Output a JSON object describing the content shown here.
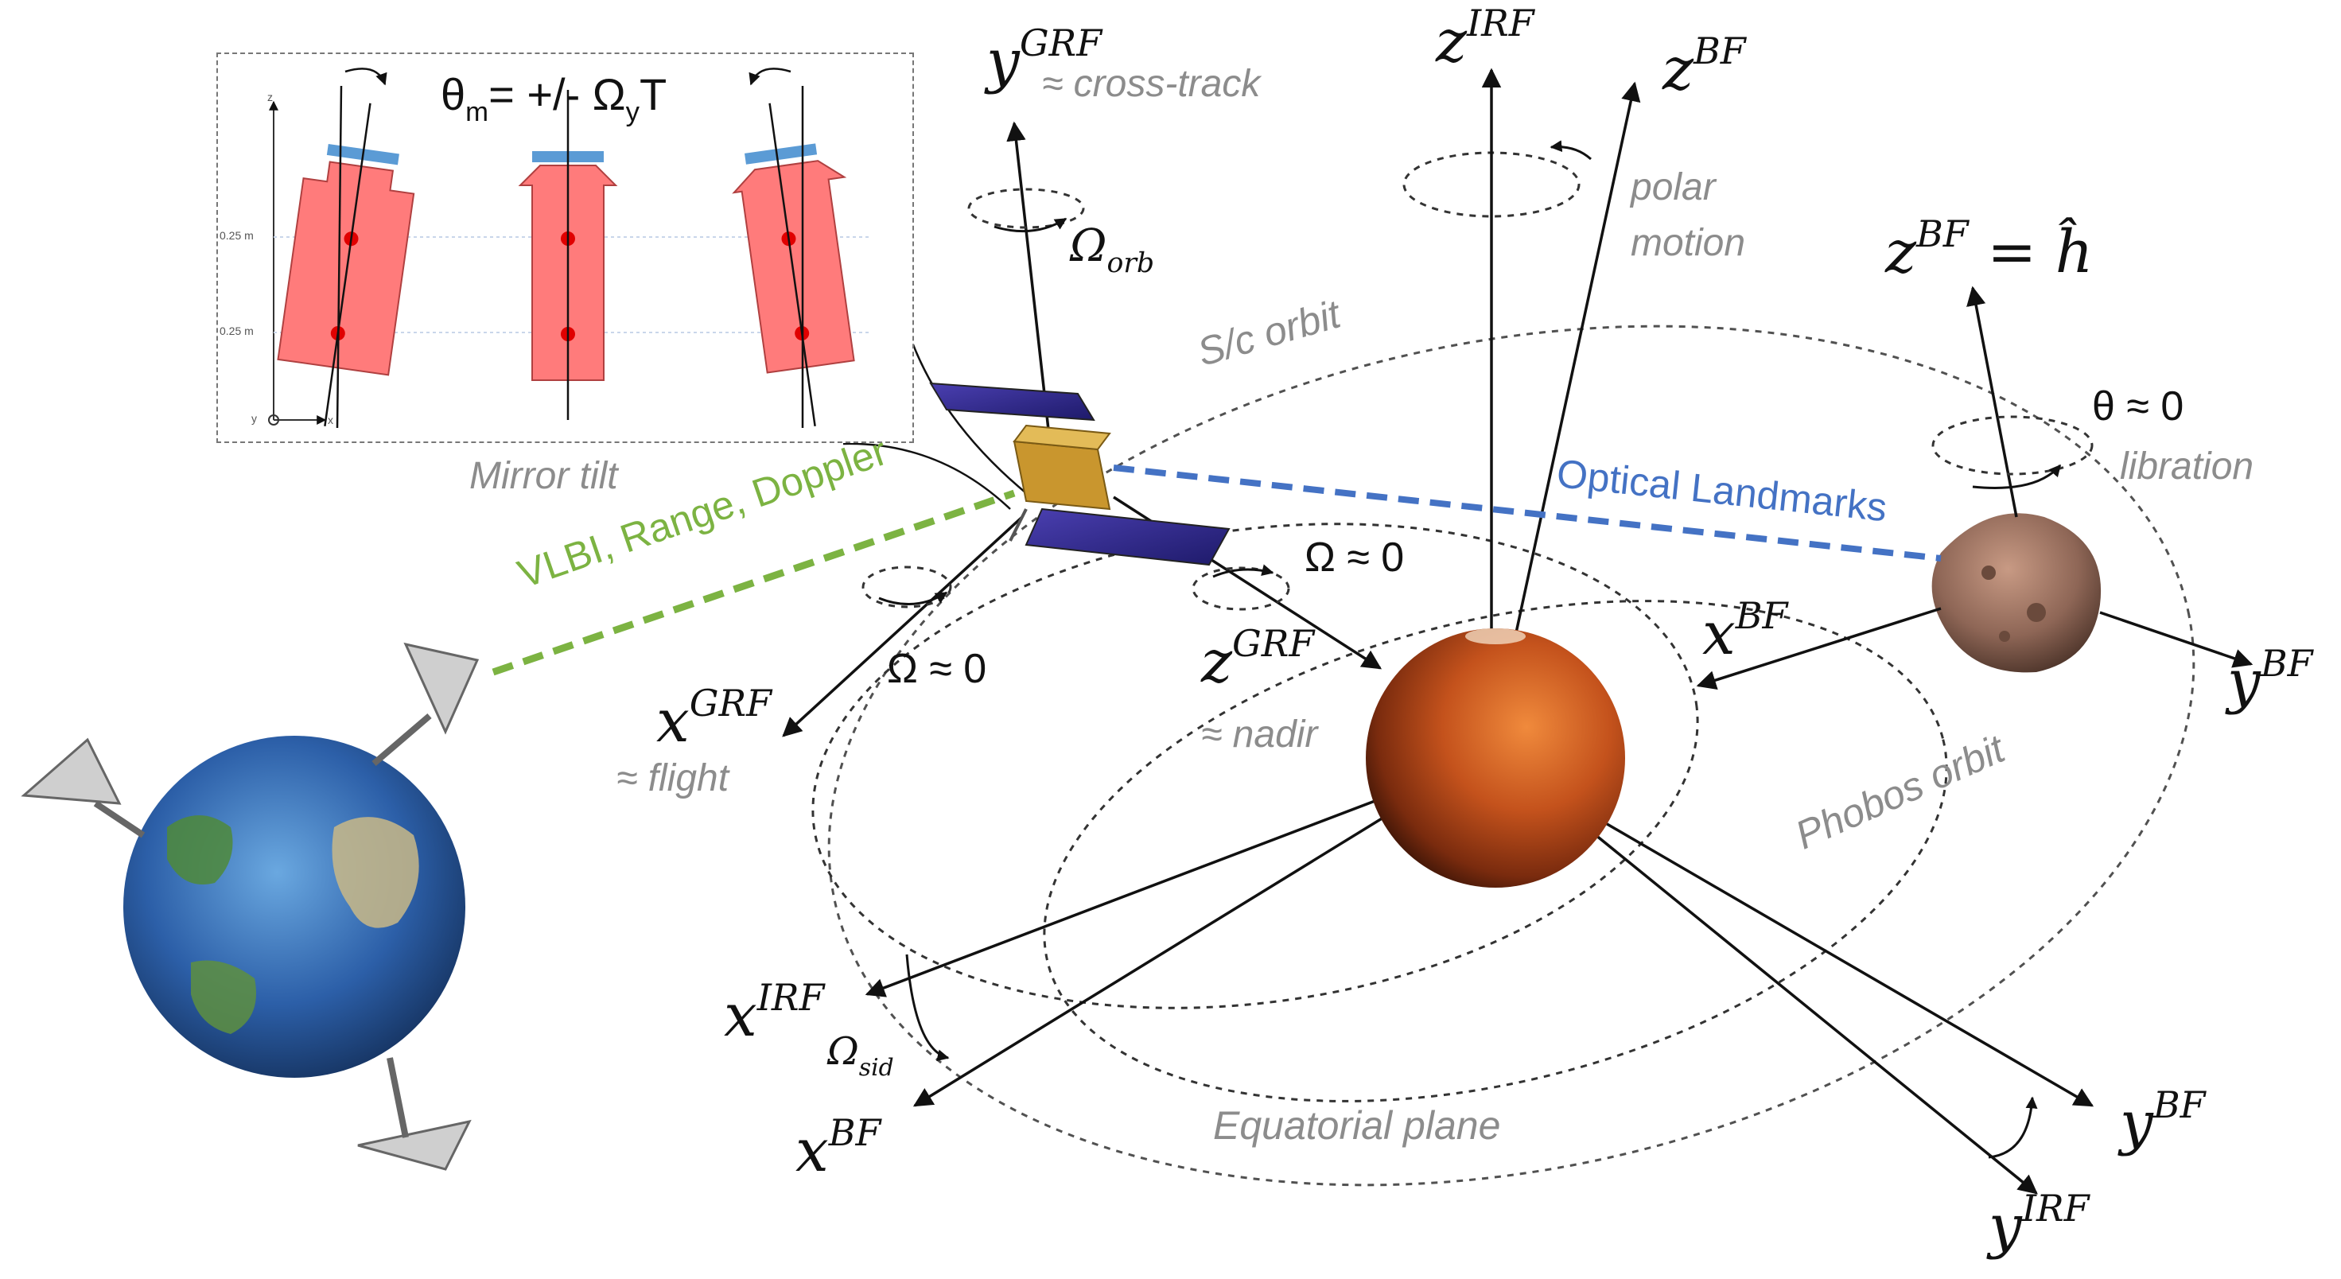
{
  "colors": {
    "vlbi": "#7cb342",
    "optical": "#4472c4",
    "mirror_body": "#ff7b7b",
    "mirror_top": "#5b9bd5",
    "mirror_dot": "#e00000",
    "gray_label": "#8c8c8c"
  },
  "inset": {
    "formula_theta": "θ",
    "formula_m": "m",
    "formula_mid": "= +/- Ω",
    "formula_y": "y",
    "formula_T": "T",
    "tick_upper": "0.25 m",
    "tick_lower": "0.25 m",
    "axis_z": "z",
    "axis_y": "y",
    "axis_x": "x",
    "caption": "Mirror tilt"
  },
  "links": {
    "vlbi": "VLBI, Range, Doppler",
    "optical": "Optical Landmarks"
  },
  "spacecraft": {
    "y_base": "y",
    "y_sup": "GRF",
    "y_desc": "≈ cross-track",
    "omega_orb_base": "Ω",
    "omega_orb_sub": "orb",
    "x_base": "x",
    "x_sup": "GRF",
    "x_desc": "≈ flight",
    "z_base": "z",
    "z_sup": "GRF",
    "z_desc": "≈ nadir",
    "omega_x": "Ω ≈ 0",
    "omega_z": "Ω ≈ 0",
    "orbit": "S/c orbit"
  },
  "mars": {
    "z_irf_base": "z",
    "z_irf_sup": "IRF",
    "z_bf_base": "z",
    "z_bf_sup": "BF",
    "polar_1": "polar",
    "polar_2": "motion",
    "x_irf_base": "x",
    "x_irf_sup": "IRF",
    "omega_sid_base": "Ω",
    "omega_sid_sub": "sid",
    "x_bf_base": "x",
    "x_bf_sup": "BF",
    "equatorial": "Equatorial plane",
    "y_irf_base": "y",
    "y_irf_sup": "IRF",
    "y_bf_base": "y",
    "y_bf_sup": "BF"
  },
  "phobos": {
    "z_base": "z",
    "z_sup": "BF",
    "z_eq": "= ĥ",
    "theta": "θ ≈ 0",
    "libration": "libration",
    "x_base": "x",
    "x_sup": "BF",
    "y_base": "y",
    "y_sup": "BF",
    "orbit": "Phobos orbit"
  }
}
